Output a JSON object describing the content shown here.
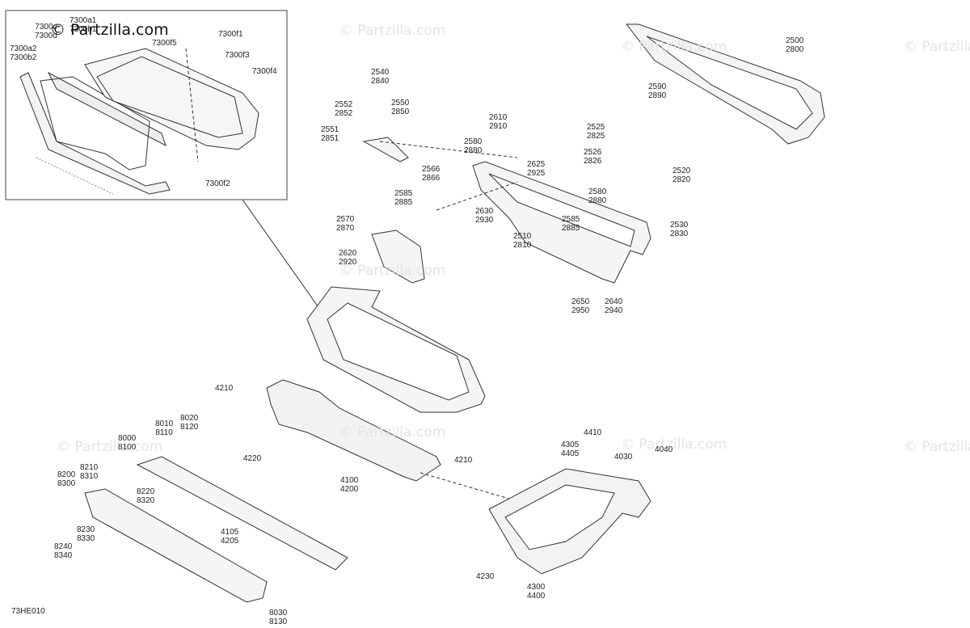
{
  "watermarks": [
    "© Partzilla.com",
    "© Partzilla.com",
    "© Partzilla.com",
    "© Partzilla.com",
    "© Partzilla.com",
    "© Partzilla.com",
    "© Partzilla.com",
    "© Partzilla.com"
  ],
  "inset_brand": "© Partzilla.com",
  "diagram_code": "73HE010",
  "callouts": {
    "inset": [
      "7300a1\n7300b1",
      "7300c\n7300d",
      "7300a2\n7300b2",
      "7300f5",
      "7300f1",
      "7300f3",
      "7300f4",
      "7300f2"
    ],
    "door": [
      "2500\n2800",
      "2590\n2890",
      "2540\n2840",
      "2552\n2852",
      "2550\n2850",
      "2551\n2851",
      "2610\n2910",
      "2580\n2880",
      "2525\n2825",
      "2526\n2826",
      "2520\n2820",
      "2566\n2866",
      "2625\n2925",
      "2585\n2885",
      "2630\n2930",
      "2580\n2880",
      "2530\n2830",
      "2570\n2870",
      "2510\n2810",
      "2585\n2885",
      "2620\n2920",
      "2650\n2950",
      "2640\n2940"
    ],
    "lower": [
      "4210",
      "8010\n8110",
      "8020\n8120",
      "8000\n8100",
      "4220",
      "4210",
      "4100\n4200",
      "4410",
      "4305\n4405",
      "4030",
      "4040",
      "8210\n8310",
      "8200\n8300",
      "8220\n8320",
      "4105\n4205",
      "8230\n8330",
      "8240\n8340",
      "4230",
      "4300\n4400",
      "8030\n8130"
    ]
  }
}
